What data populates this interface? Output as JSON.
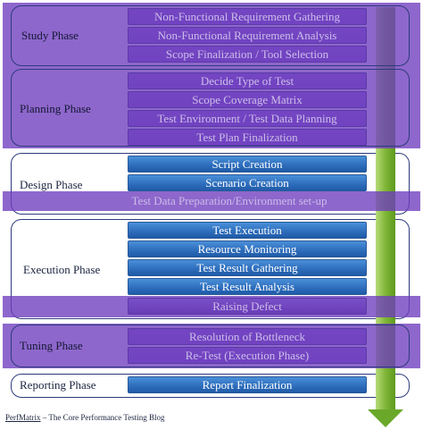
{
  "phases": [
    {
      "label": "Study Phase",
      "tasks": [
        "Non-Functional Requirement Gathering",
        "Non-Functional Requirement Analysis",
        "Scope Finalization / Tool Selection"
      ]
    },
    {
      "label": "Planning Phase",
      "tasks": [
        "Decide Type of Test",
        "Scope Coverage Matrix",
        "Test Environment / Test Data Planning",
        "Test Plan Finalization"
      ]
    },
    {
      "label": "Design Phase",
      "tasks": [
        "Script Creation",
        "Scenario Creation",
        "Test Data Preparation/Environment set-up"
      ]
    },
    {
      "label": "Execution Phase",
      "tasks": [
        "Test Execution",
        "Resource Monitoring",
        "Test Result Gathering",
        "Test Result Analysis",
        "Raising Defect"
      ]
    },
    {
      "label": "Tuning Phase",
      "tasks": [
        "Resolution of Bottleneck",
        "Re-Test (Execution Phase)"
      ]
    },
    {
      "label": "Reporting Phase",
      "tasks": [
        "Report Finalization"
      ]
    }
  ],
  "footer": {
    "brand": "PerfMatrix",
    "rest": " – The Core Performance Testing Blog"
  },
  "colors": {
    "task_bar": "#2f6fbd",
    "highlight_overlay": "#6e3cbe",
    "arrow": "#7fb636",
    "border": "#2d3b7c"
  }
}
